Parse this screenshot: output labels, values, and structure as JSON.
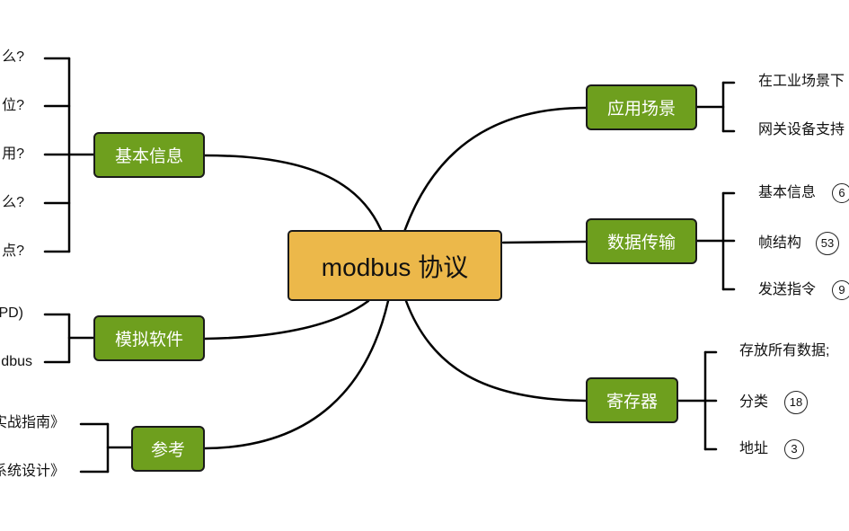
{
  "center": {
    "label": "modbus 协议"
  },
  "colors": {
    "center_fill": "#ECB84A",
    "branch_fill": "#6E9F1E",
    "line": "#000000"
  },
  "branches": {
    "basic_info": {
      "label": "基本信息",
      "leaves": [
        "么?",
        "位?",
        "用?",
        "么?",
        "点?"
      ]
    },
    "simulation": {
      "label": "模拟软件",
      "leaves": [
        "PD)",
        "dbus"
      ]
    },
    "reference": {
      "label": "参考",
      "leaves": [
        "实战指南》",
        "系统设计》"
      ]
    },
    "application": {
      "label": "应用场景",
      "leaves": [
        "在工业场景下",
        "网关设备支持"
      ]
    },
    "transfer": {
      "label": "数据传输",
      "leaves": [
        {
          "text": "基本信息",
          "count": "6"
        },
        {
          "text": "帧结构",
          "count": "53"
        },
        {
          "text": "发送指令",
          "count": "9"
        }
      ]
    },
    "register": {
      "label": "寄存器",
      "leaves": [
        {
          "text": "存放所有数据;",
          "count": ""
        },
        {
          "text": "分类",
          "count": "18"
        },
        {
          "text": "地址",
          "count": "3"
        }
      ]
    }
  }
}
